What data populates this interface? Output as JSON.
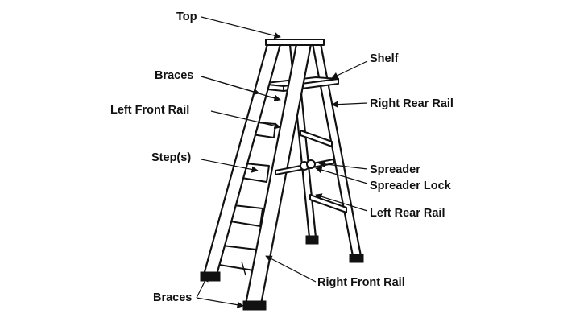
{
  "colors": {
    "ink": "#111111",
    "paper": "#ffffff"
  },
  "labels": {
    "top": "Top",
    "shelf": "Shelf",
    "braces_upper": "Braces",
    "right_rear_rail": "Right Rear Rail",
    "left_front_rail": "Left Front Rail",
    "steps": "Step(s)",
    "spreader": "Spreader",
    "spreader_lock": "Spreader Lock",
    "left_rear_rail": "Left Rear Rail",
    "right_front_rail": "Right Front Rail",
    "braces_lower": "Braces"
  }
}
